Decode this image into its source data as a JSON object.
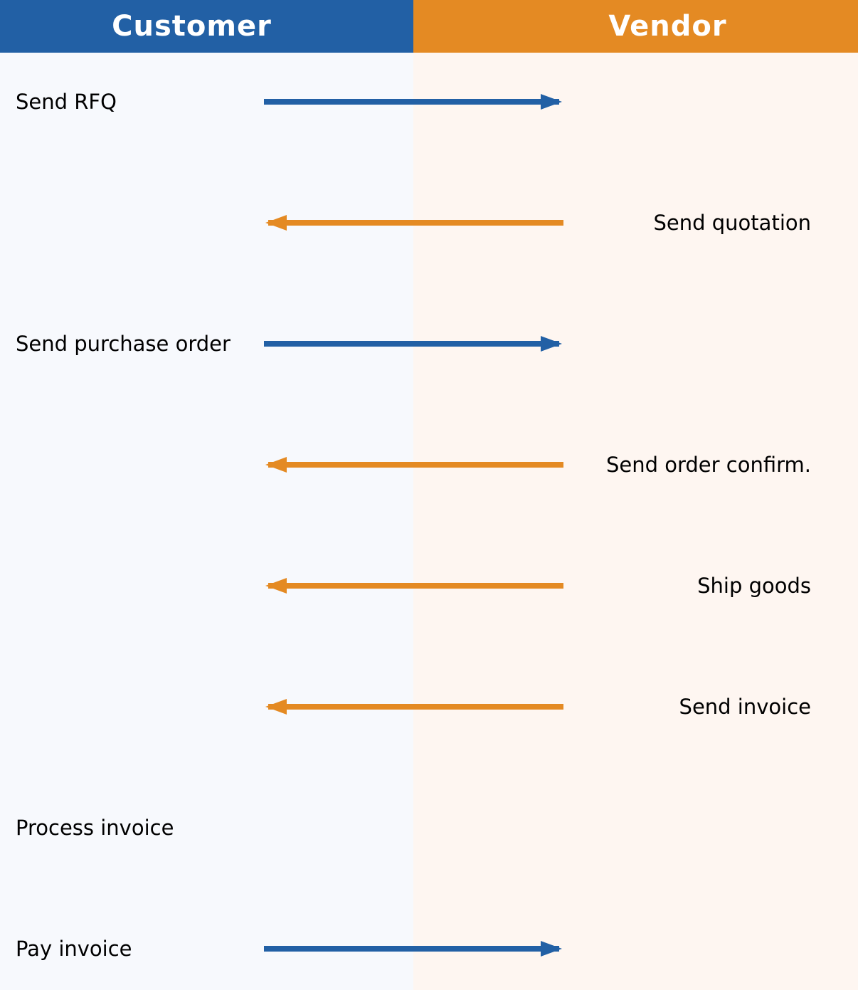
{
  "lanes": {
    "customer": {
      "title": "Customer",
      "color": "#2260a5",
      "background": "#f7f9fd"
    },
    "vendor": {
      "title": "Vendor",
      "color": "#e48a23",
      "background": "#fef6f1"
    }
  },
  "steps": [
    {
      "label": "Send RFQ",
      "lane": "customer",
      "arrow": "to-vendor"
    },
    {
      "label": "Send quotation",
      "lane": "vendor",
      "arrow": "to-customer"
    },
    {
      "label": "Send purchase order",
      "lane": "customer",
      "arrow": "to-vendor"
    },
    {
      "label": "Send order confirm.",
      "lane": "vendor",
      "arrow": "to-customer"
    },
    {
      "label": "Ship goods",
      "lane": "vendor",
      "arrow": "to-customer"
    },
    {
      "label": "Send invoice",
      "lane": "vendor",
      "arrow": "to-customer"
    },
    {
      "label": "Process invoice",
      "lane": "customer",
      "arrow": "none"
    },
    {
      "label": "Pay invoice",
      "lane": "customer",
      "arrow": "to-vendor"
    }
  ]
}
